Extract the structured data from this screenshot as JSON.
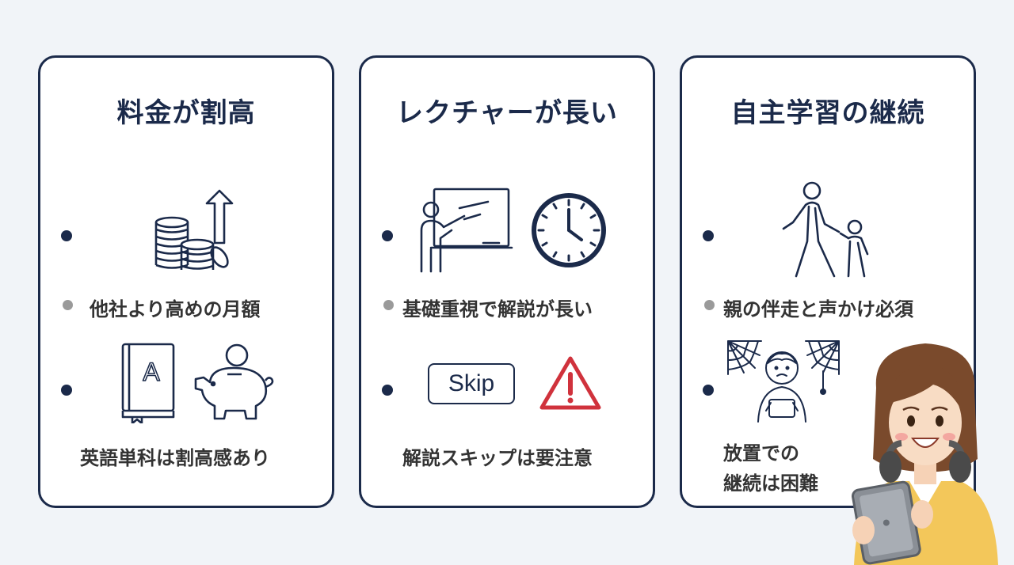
{
  "cards": [
    {
      "title": "料金が割高",
      "point1": "他社より高めの月額",
      "point2": "英語単科は割高感あり",
      "icons": [
        "coins-stack-arrow-up-icon",
        "book-letter-a-icon",
        "piggy-bank-icon"
      ]
    },
    {
      "title": "レクチャーが長い",
      "point1": "基礎重視で解説が長い",
      "point2": "解説スキップは要注意",
      "skip_label": "Skip",
      "icons": [
        "teacher-whiteboard-icon",
        "clock-icon",
        "warning-icon"
      ]
    },
    {
      "title": "自主学習の継続",
      "point1": "親の伴走と声かけ必須",
      "point2_line1": "放置での",
      "point2_line2": "継続は困難",
      "icons": [
        "parent-child-walking-icon",
        "child-tablet-cobweb-icon"
      ]
    }
  ],
  "character": "woman-with-tablet-illustration",
  "colors": {
    "navy": "#1b2a4a",
    "warning_red": "#d0323c",
    "background": "#f1f4f8"
  }
}
